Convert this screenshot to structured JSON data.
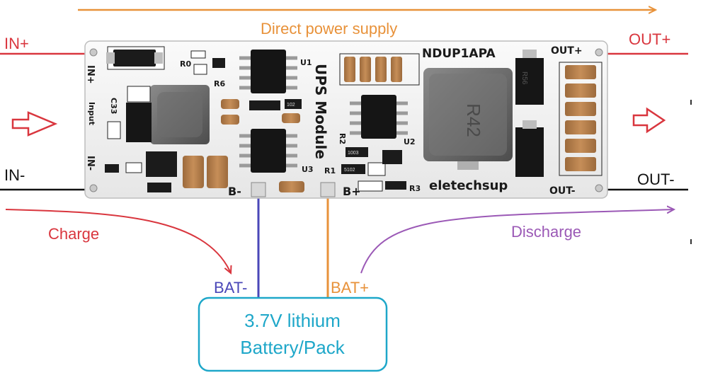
{
  "diagram": {
    "direct_label": "Direct power supply",
    "in_plus": "IN+",
    "in_minus": "IN-",
    "out_plus": "OUT+",
    "out_minus": "OUT-",
    "charge": "Charge",
    "discharge": "Discharge",
    "bat_minus": "BAT-",
    "bat_plus": "BAT+",
    "battery_line1": "3.7V lithium",
    "battery_line2": "Battery/Pack",
    "colors": {
      "red": "#d9363e",
      "orange": "#e8923a",
      "purple": "#9b59b6",
      "blue": "#4a47b8",
      "teal": "#1ea7c9",
      "black": "#111111"
    }
  },
  "board": {
    "model": "NDUP1APA",
    "title": "UPS Module",
    "brand": "eletechsup",
    "pin_in_plus": "IN+",
    "pin_input": "Input",
    "pin_in_minus": "IN-",
    "pin_out_plus": "OUT+",
    "pin_out_minus": "OUT-",
    "pin_b_minus": "B-",
    "pin_b_plus": "B+",
    "ref_r0": "R0",
    "ref_r6": "R6",
    "ref_u1": "U1",
    "ref_u2": "U2",
    "ref_u3": "U3",
    "ref_r1": "R1",
    "ref_r2": "R2",
    "ref_r3": "R3",
    "ref_c33": "C33",
    "inductor_code": "R42",
    "res_code_1": "102",
    "res_code_2": "1003",
    "res_code_3": "5102",
    "res_code_4": "R56"
  }
}
